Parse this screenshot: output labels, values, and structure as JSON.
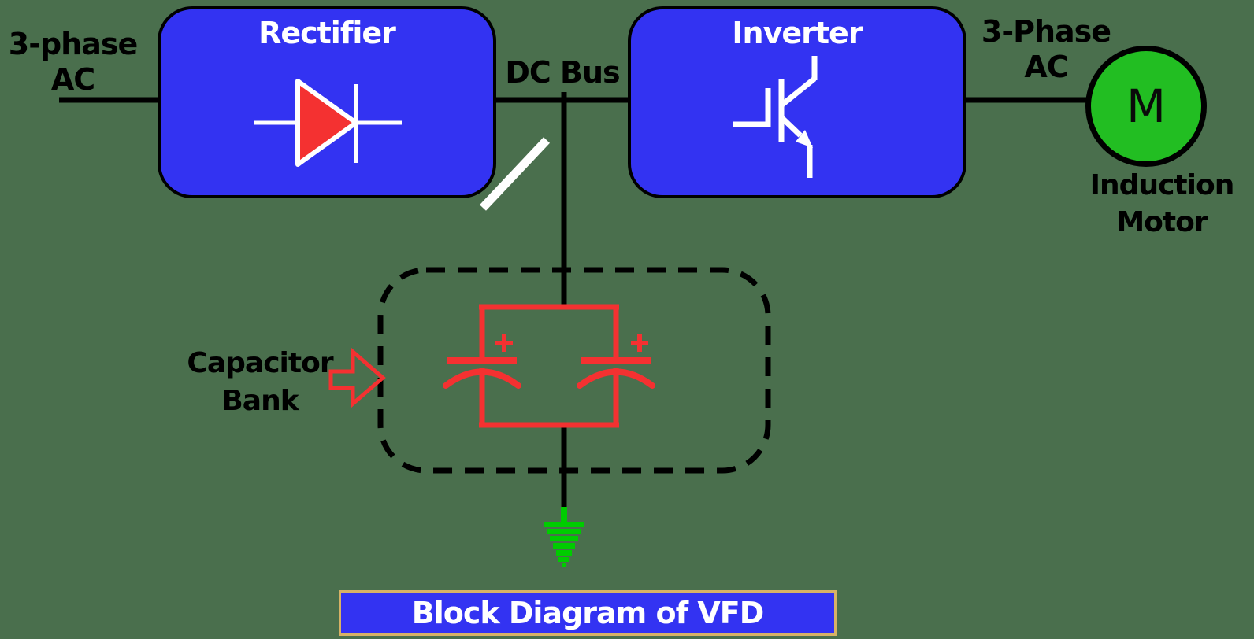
{
  "title_bar": {
    "text": "Block Diagram of VFD"
  },
  "blocks": {
    "rectifier": "Rectifier",
    "inverter": "Inverter"
  },
  "labels": {
    "input_line1": "3-phase",
    "input_line2": "AC",
    "dc_bus": "DC Bus",
    "output_line1": "3-Phase",
    "output_line2": "AC",
    "capacitor_line1": "Capacitor",
    "capacitor_line2": "Bank",
    "motor_letter": "M",
    "motor_caption_line1": "Induction",
    "motor_caption_line2": "Motor"
  },
  "icons": {
    "diode": "diode-icon",
    "igbt": "igbt-transistor-icon",
    "capacitors": "electrolytic-capacitor-icon",
    "ground": "earth-ground-icon",
    "arrow": "right-arrow-icon",
    "slash": "slash-mark-icon"
  },
  "colors": {
    "background": "#4A6F4D",
    "block_fill": "#3333F2",
    "symbol_red": "#F43131",
    "motor_fill": "#22BE22",
    "ground_green": "#00CC00",
    "title_border": "#D7B266",
    "wire": "#000000",
    "symbol_white": "#FFFFFF"
  }
}
